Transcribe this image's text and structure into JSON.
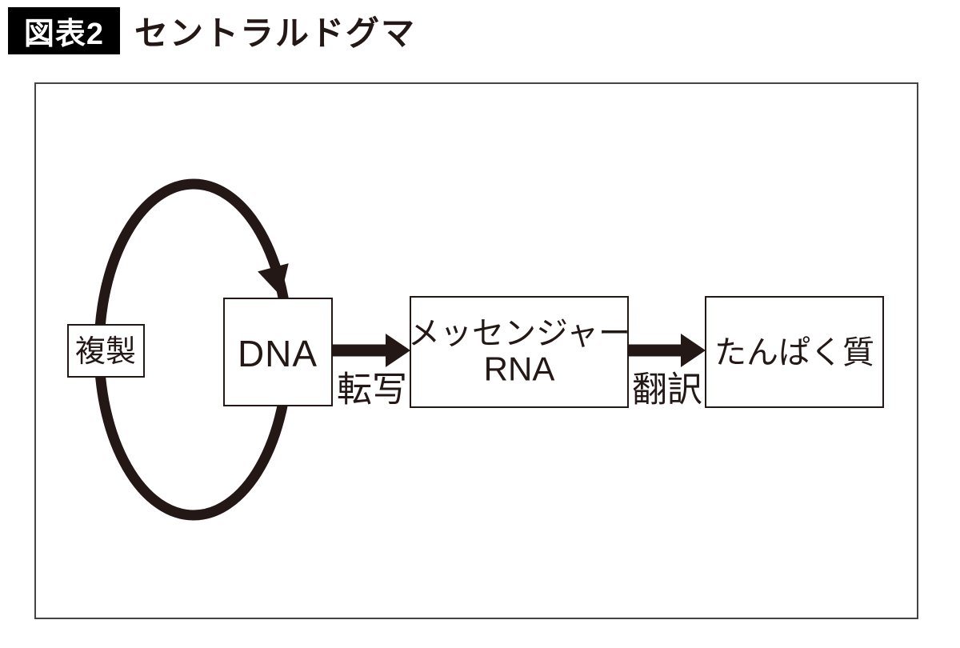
{
  "header": {
    "badge": "図表2",
    "title": "セントラルドグマ"
  },
  "diagram": {
    "nodes": {
      "replication": "複製",
      "dna": "DNA",
      "mrna_line1": "メッセンジャー",
      "mrna_line2": "RNA",
      "protein": "たんぱく質"
    },
    "edges": {
      "transcription": "転写",
      "translation": "翻訳"
    },
    "colors": {
      "ink": "#231815",
      "panel_border": "#444444",
      "badge_bg": "#000000",
      "badge_fg": "#ffffff"
    }
  }
}
